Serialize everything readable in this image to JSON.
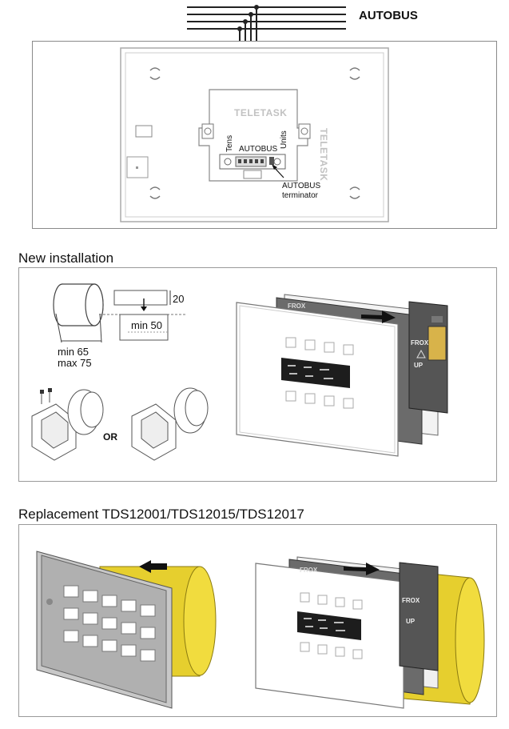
{
  "wiring": {
    "bus_label": "AUTOBUS",
    "brand_text": "TELETASK",
    "tens_label": "Tens",
    "units_label": "Units",
    "connector_label": "AUTOBUS",
    "terminator_line1": "AUTOBUS",
    "terminator_line2": "terminator"
  },
  "new_installation": {
    "title": "New installation",
    "dim_depth": "20",
    "dim_min_depth": "min 50",
    "dim_min_diameter": "min 65",
    "dim_max_diameter": "max 75",
    "or_label": "OR",
    "frame_text": "FROX",
    "up_label": "UP"
  },
  "replacement": {
    "title": "Replacement TDS12001/TDS12015/TDS12017",
    "frame_text": "FROX",
    "up_label": "UP"
  },
  "colors": {
    "yellow_box": "#e8d43a",
    "dark_frame": "#4a4a4a",
    "steel": "#b9b9b9"
  }
}
